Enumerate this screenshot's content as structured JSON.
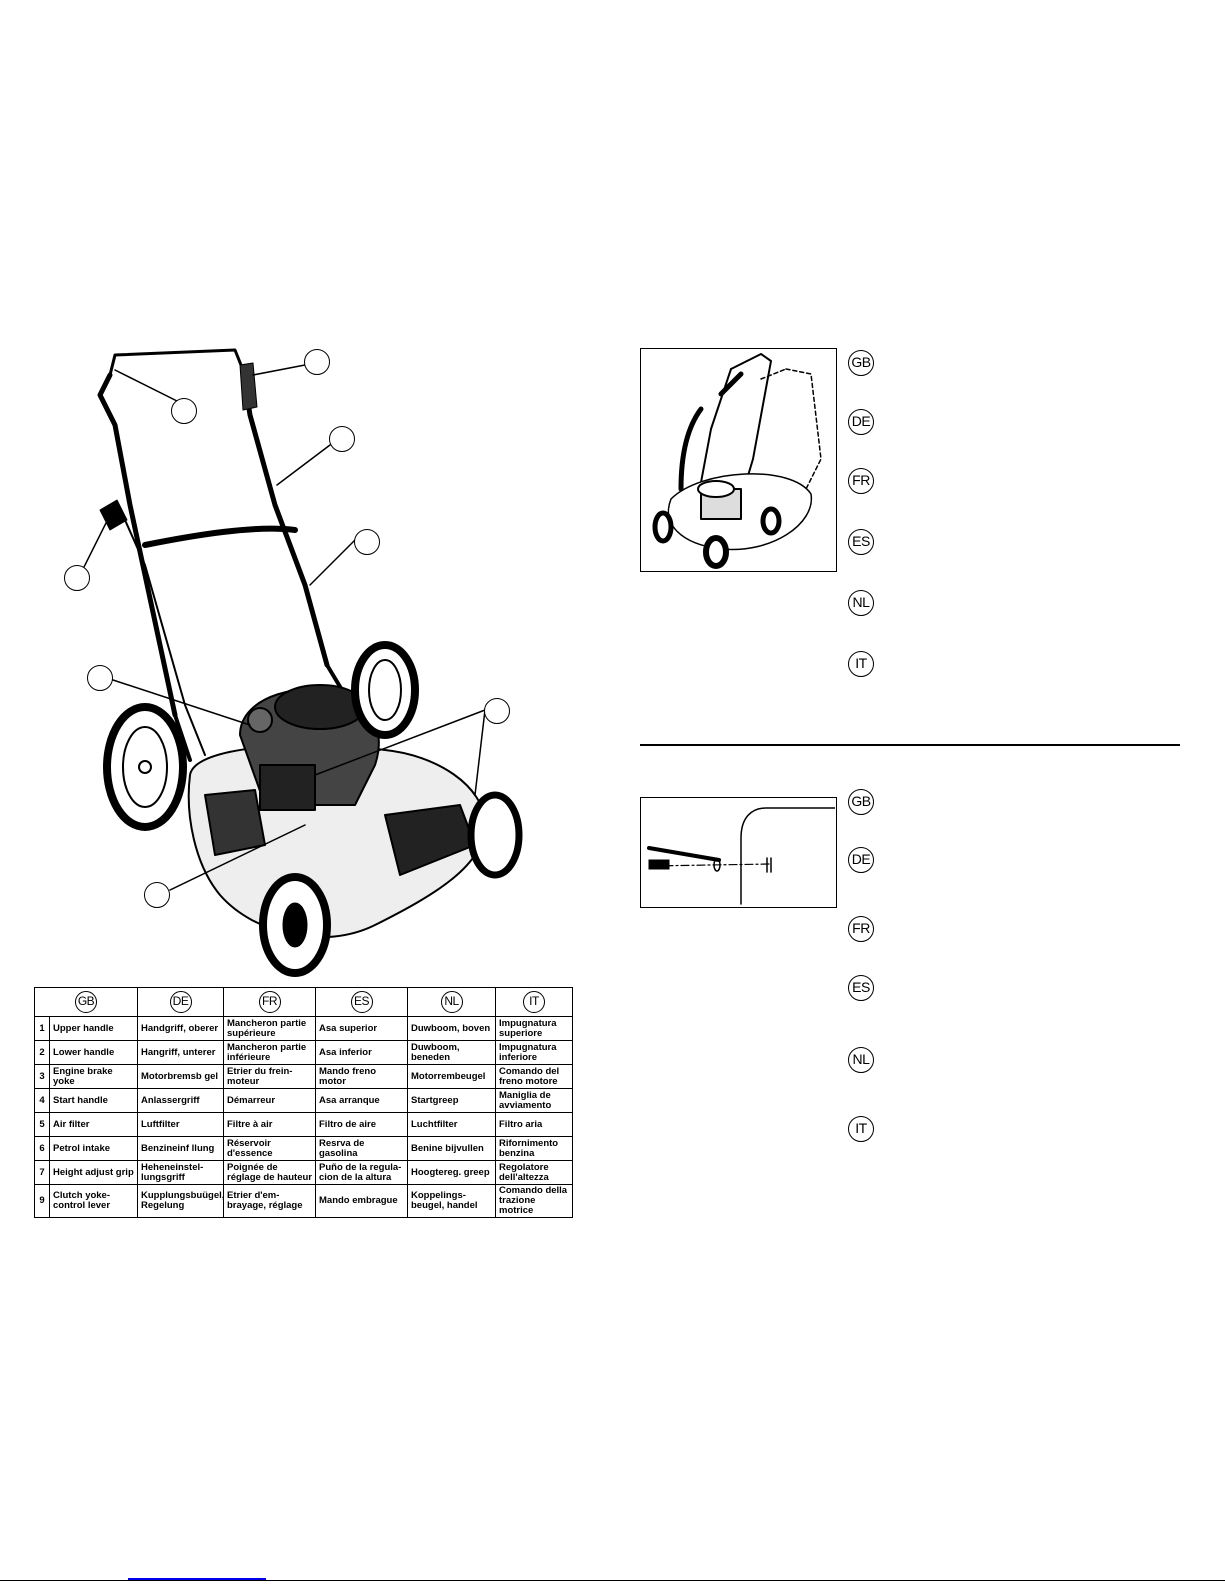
{
  "languages": [
    "GB",
    "DE",
    "FR",
    "ES",
    "NL",
    "IT"
  ],
  "parts_table": {
    "header": [
      "GB",
      "DE",
      "FR",
      "ES",
      "NL",
      "IT"
    ],
    "rows": [
      {
        "num": "1",
        "GB": "Upper handle",
        "DE": "Handgriff, oberer",
        "FR": "Mancheron partie supérieure",
        "ES": "Asa superior",
        "NL": "Duwboom, boven",
        "IT": "Impugnatura superiore"
      },
      {
        "num": "2",
        "GB": "Lower handle",
        "DE": "Hangriff, unterer",
        "FR": "Mancheron partie inférieure",
        "ES": "Asa inferior",
        "NL": "Duwboom, beneden",
        "IT": "Impugnatura inferiore"
      },
      {
        "num": "3",
        "GB": "Engine brake yoke",
        "DE": "Motorbremsb gel",
        "FR": "Etrier du frein-moteur",
        "ES": "Mando freno motor",
        "NL": "Motorrembeugel",
        "IT": "Comando del freno motore"
      },
      {
        "num": "4",
        "GB": "Start handle",
        "DE": "Anlassergriff",
        "FR": "Démarreur",
        "ES": "Asa arranque",
        "NL": "Startgreep",
        "IT": "Maniglia de avviamento"
      },
      {
        "num": "5",
        "GB": "Air filter",
        "DE": "Luftfilter",
        "FR": "Filtre à air",
        "ES": "Filtro de aire",
        "NL": "Luchtfilter",
        "IT": "Filtro aria"
      },
      {
        "num": "6",
        "GB": "Petrol intake",
        "DE": "Benzineinf llung",
        "FR": "Réservoir d'essence",
        "ES": "Resrva de gasolina",
        "NL": "Benine bijvullen",
        "IT": "Rifornimento benzina"
      },
      {
        "num": "7",
        "GB": "Height adjust grip",
        "DE": "Heheneinstel-lungsgriff",
        "FR": "Poignée de réglage de hauteur",
        "ES": "Puño de la regula-cion de la altura",
        "NL": "Hoogtereg. greep",
        "IT": "Regolatore dell'altezza"
      },
      {
        "num": "9",
        "GB": "Clutch yoke-control lever",
        "DE": "Kupplungsbuügel, Regelung",
        "FR": "Etrier d'em-brayage, réglage",
        "ES": "Mando embrague",
        "NL": "Koppelings-beugel, handel",
        "IT": "Comando della trazione motrice"
      }
    ]
  },
  "colors": {
    "ink": "#000000",
    "link": "#0000ee",
    "paper": "#ffffff"
  }
}
